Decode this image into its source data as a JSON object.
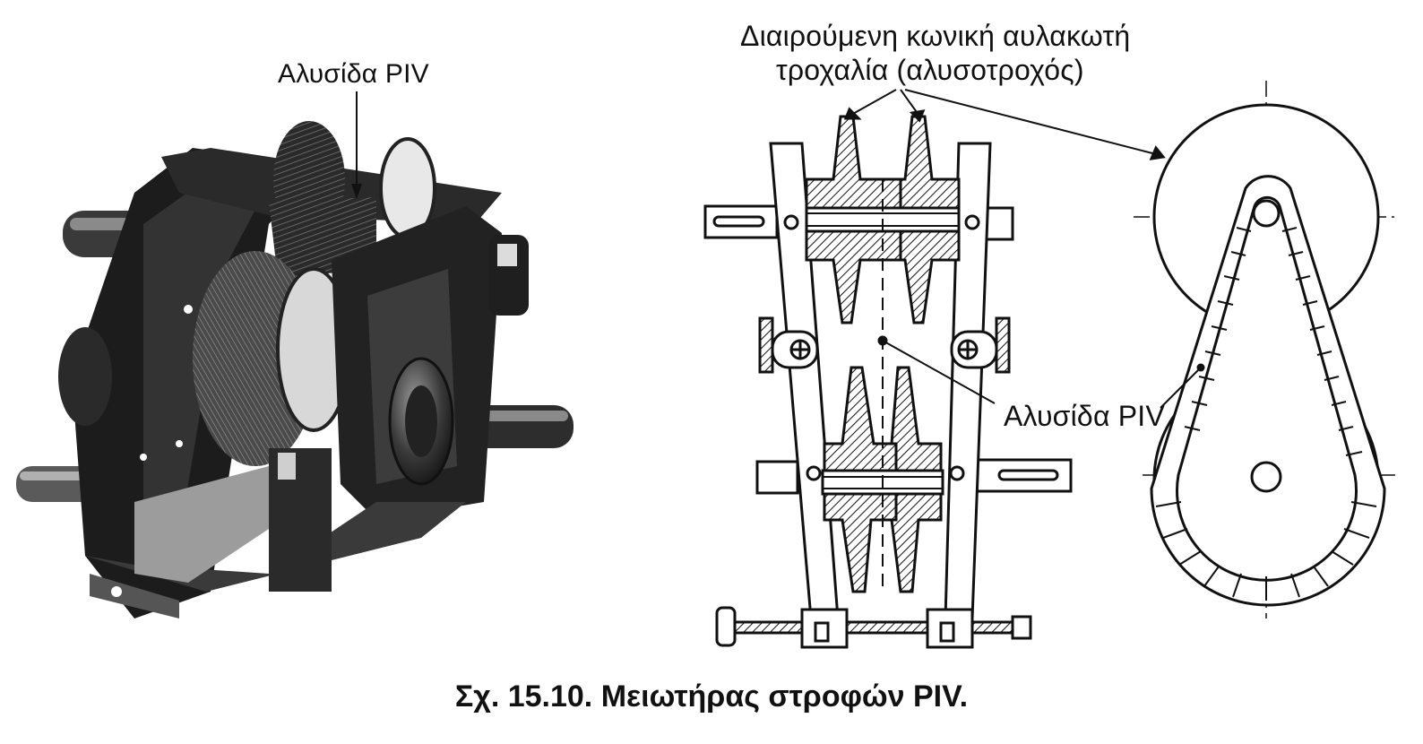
{
  "labels": {
    "photo_chain": "Αλυσίδα PIV",
    "pulley_line1": "Διαιρούμενη κωνική αυλακωτή",
    "pulley_line2": "τροχαλία (αλυσοτροχός)",
    "chain_right": "Αλυσίδα PIV"
  },
  "caption": "Σχ. 15.10. Μειωτήρας στροφών PIV."
}
